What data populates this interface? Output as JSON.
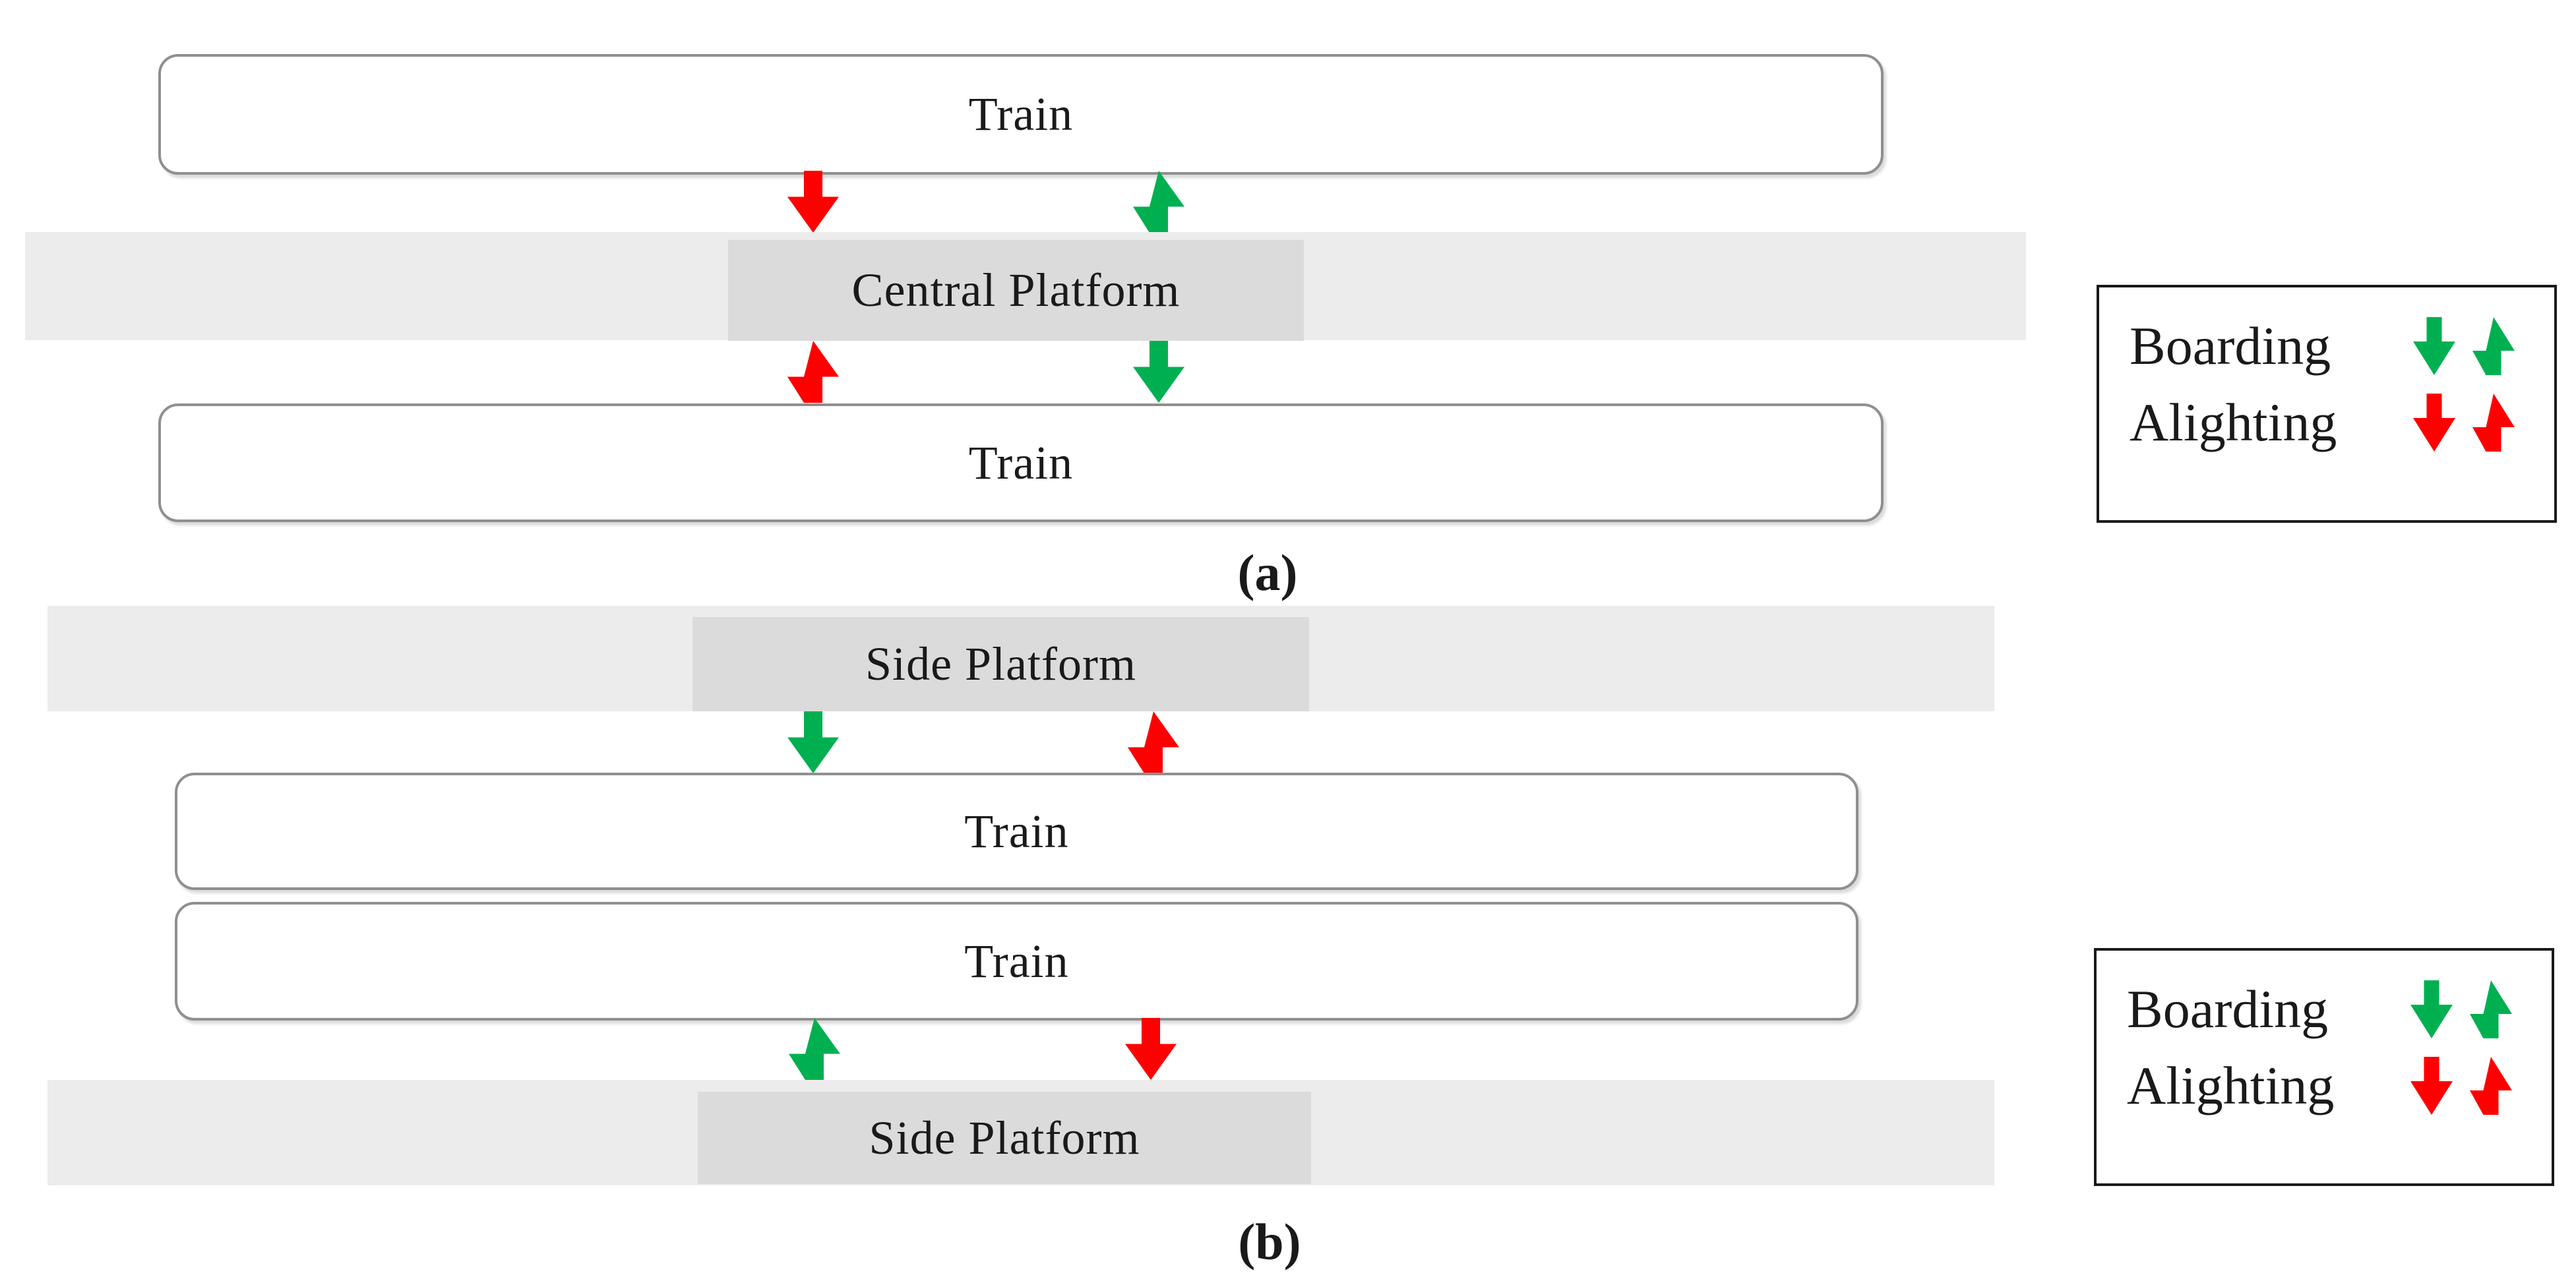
{
  "figure": {
    "type": "platform-configuration-diagram",
    "panel_a": {
      "caption": "(a)",
      "train_top_label": "Train",
      "platform_label": "Central Platform",
      "train_bottom_label": "Train",
      "arrows": {
        "top_row": [
          "red-down-arrow",
          "green-up-arrow"
        ],
        "bottom_row": [
          "red-up-arrow",
          "green-down-arrow"
        ]
      }
    },
    "panel_b": {
      "caption": "(b)",
      "platform_top_label": "Side Platform",
      "train_top_label": "Train",
      "train_bottom_label": "Train",
      "platform_bottom_label": "Side Platform",
      "arrows": {
        "top_row": [
          "green-down-arrow",
          "red-up-arrow"
        ],
        "bottom_row": [
          "green-up-arrow",
          "red-down-arrow"
        ]
      }
    },
    "legend_a": {
      "boarding_label": "Boarding",
      "alighting_label": "Alighting",
      "boarding_icons": [
        "green-down-arrow",
        "green-up-arrow"
      ],
      "alighting_icons": [
        "red-down-arrow",
        "red-up-arrow"
      ]
    },
    "legend_b": {
      "boarding_label": "Boarding",
      "alighting_label": "Alighting",
      "boarding_icons": [
        "green-down-arrow",
        "green-up-arrow"
      ],
      "alighting_icons": [
        "red-down-arrow",
        "red-up-arrow"
      ]
    },
    "colors": {
      "boarding_green": "#00B050",
      "alighting_red": "#FF0000",
      "track_band_gray": "#ECECEC",
      "platform_gray": "#DBDBDB",
      "train_border_gray": "#8F8F8F",
      "legend_border_black": "#1A1A1A"
    }
  }
}
